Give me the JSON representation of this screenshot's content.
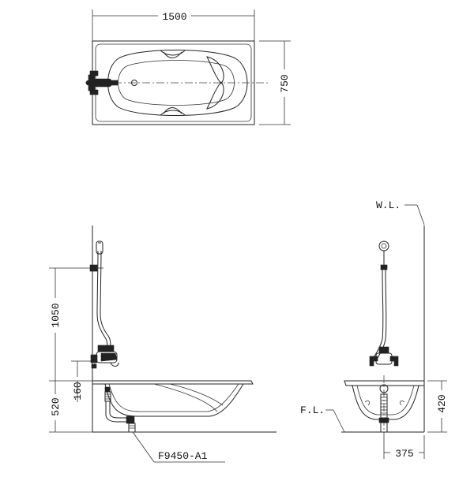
{
  "dimensions": {
    "top_width": "1500",
    "top_depth": "750",
    "riser_height": "1050",
    "mixer_height": "160",
    "floor_to_rim": "520",
    "end_rim_height": "420",
    "end_offset": "375"
  },
  "labels": {
    "water_line": "W.L.",
    "floor_level": "F.L.",
    "part_code": "F9450-A1"
  }
}
